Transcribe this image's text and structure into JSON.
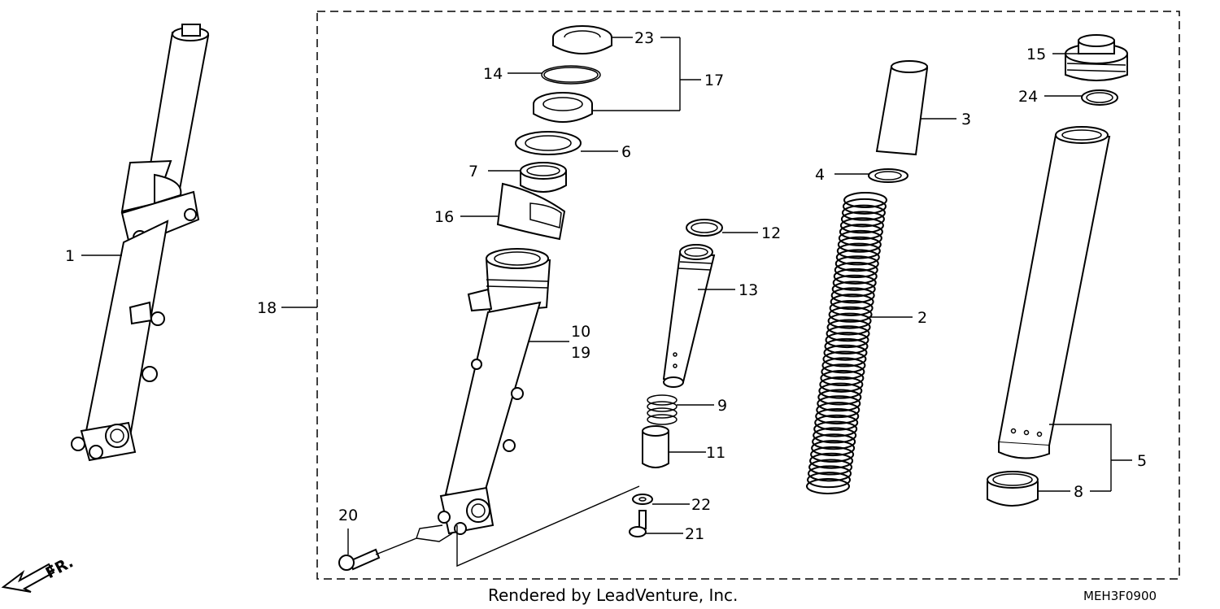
{
  "callouts": {
    "c1": "1",
    "c2": "2",
    "c3": "3",
    "c4": "4",
    "c5": "5",
    "c6": "6",
    "c7": "7",
    "c8": "8",
    "c9": "9",
    "c10": "10",
    "c11": "11",
    "c12": "12",
    "c13": "13",
    "c14": "14",
    "c15": "15",
    "c16": "16",
    "c17": "17",
    "c18": "18",
    "c19": "19",
    "c20": "20",
    "c21": "21",
    "c22": "22",
    "c23": "23",
    "c24": "24"
  },
  "footer": {
    "rendered_by": "Rendered by LeadVenture, Inc.",
    "diagram_code": "MEH3F0900"
  },
  "direction": {
    "label": "FR.",
    "icon": "front-direction-arrow-icon"
  }
}
